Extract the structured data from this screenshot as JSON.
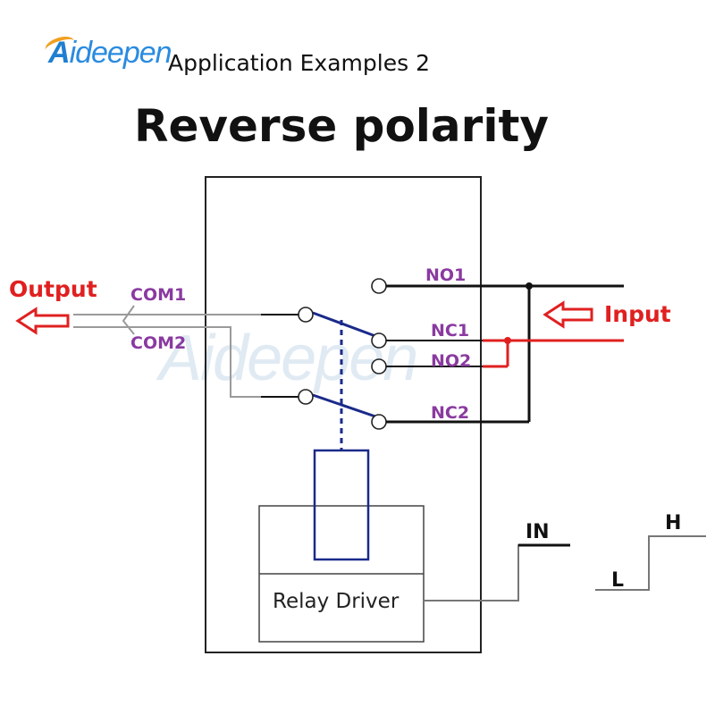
{
  "logo": {
    "first": "A",
    "rest": "ideepen"
  },
  "header": {
    "app_title": "Application Examples 2",
    "main_title": "Reverse polarity"
  },
  "watermark": {
    "text": "Aideepen"
  },
  "labels": {
    "output": "Output",
    "input": "Input",
    "com1": "COM1",
    "com2": "COM2",
    "no1": "NO1",
    "nc1": "NC1",
    "no2": "NO2",
    "nc2": "NC2",
    "relay_driver": "Relay Driver",
    "in": "IN",
    "h": "H",
    "l": "L"
  },
  "colors": {
    "wire_black": "#111111",
    "wire_red": "#e02020",
    "wire_gray": "#9a9a9a",
    "coil_blue": "#1a2a8a",
    "label_purple": "#8a3aa0",
    "arrow_red": "#e02020"
  }
}
